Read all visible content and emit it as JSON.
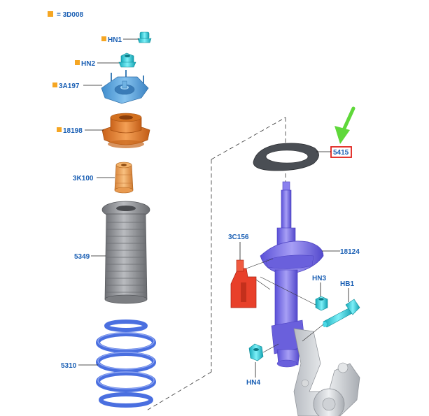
{
  "legend": {
    "text": "= 3D008",
    "marker_color": "#f5a623"
  },
  "colors": {
    "label": "#1a5fb4",
    "mount": "#5aa6dc",
    "cyan": "#1fd0e0",
    "orange": "#e8822a",
    "bump": "#f0a050",
    "boot": "#8d8f94",
    "spring": "#4a6fe0",
    "strut": "#7a70e8",
    "red": "#e8402a",
    "arrow": "#5fd83a",
    "highlight": "#e0201a"
  },
  "callouts": {
    "hn1": "HN1",
    "hn2": "HN2",
    "a3a197": "3A197",
    "p18198": "18198",
    "p3k100": "3K100",
    "p5349": "5349",
    "p5310": "5310",
    "p5415": "5415",
    "p3c156": "3C156",
    "p18124": "18124",
    "hn3": "HN3",
    "hb1": "HB1",
    "hn4": "HN4"
  }
}
